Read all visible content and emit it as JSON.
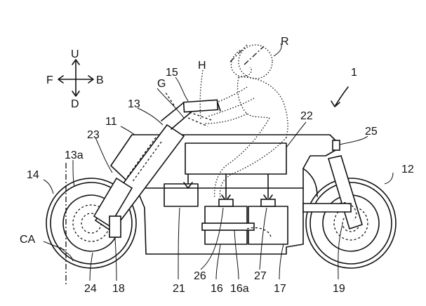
{
  "labels": {
    "fig_number": "1",
    "rider": "R",
    "handle": "H",
    "grip": "G",
    "dir_up": "U",
    "dir_down": "D",
    "dir_front": "F",
    "dir_back": "B",
    "axis": "CA",
    "ref_11": "11",
    "ref_12": "12",
    "ref_13": "13",
    "ref_13a": "13a",
    "ref_14": "14",
    "ref_15": "15",
    "ref_16": "16",
    "ref_16a": "16a",
    "ref_17": "17",
    "ref_18": "18",
    "ref_19": "19",
    "ref_21": "21",
    "ref_22": "22",
    "ref_23": "23",
    "ref_24": "24",
    "ref_25": "25",
    "ref_26": "26",
    "ref_27": "27"
  }
}
